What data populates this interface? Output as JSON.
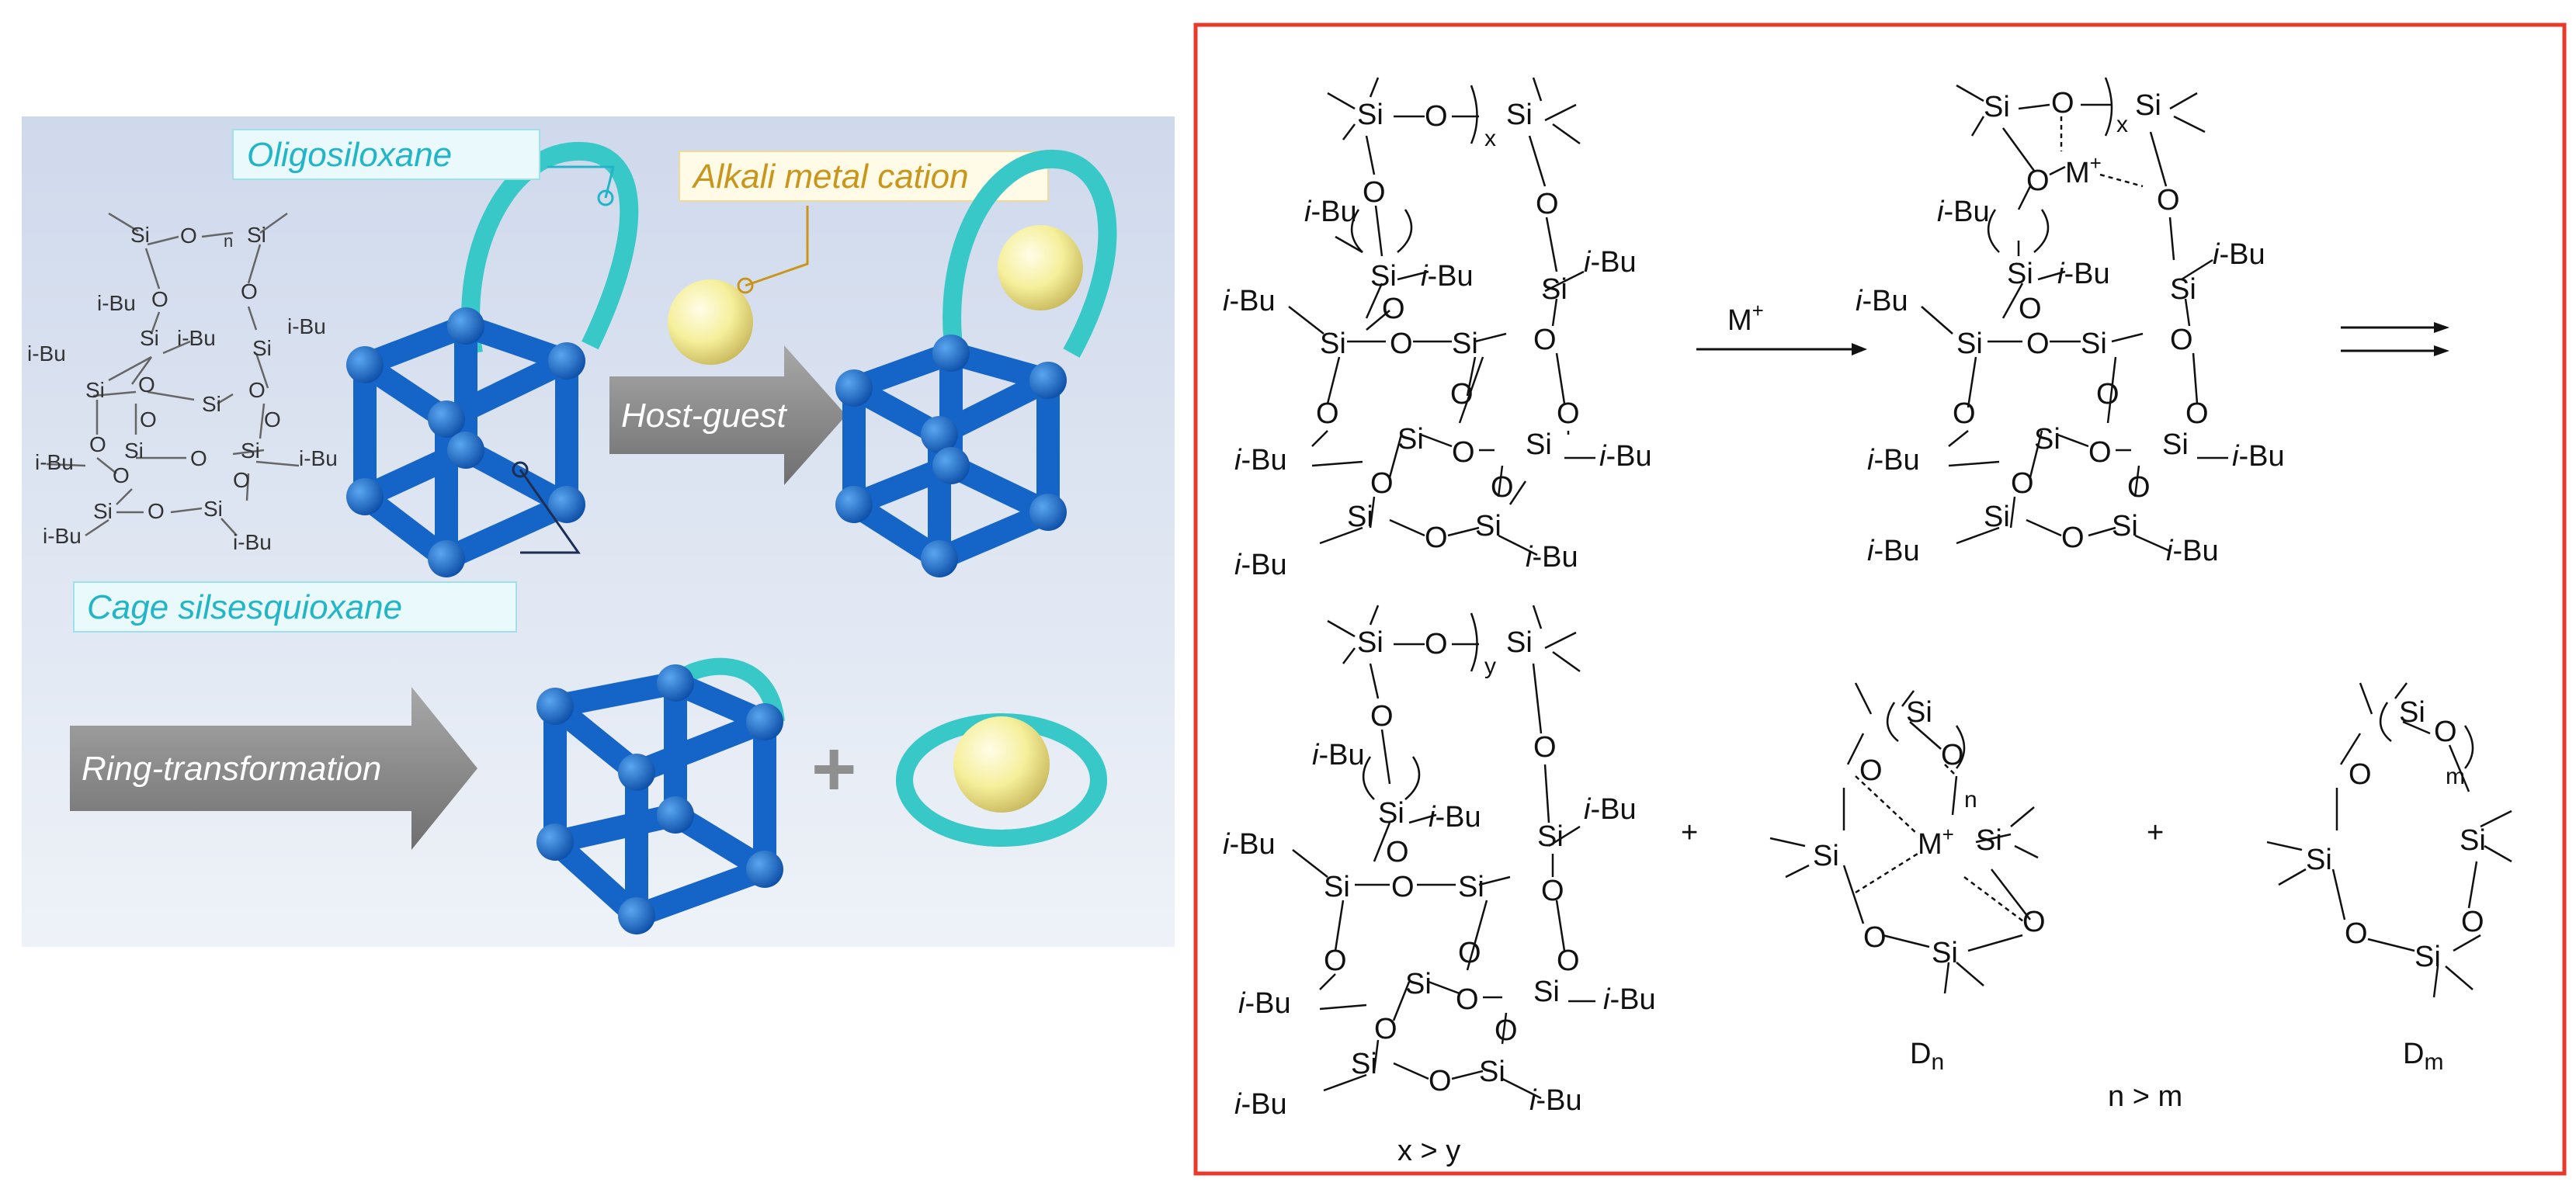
{
  "left_panel": {
    "labels": {
      "oligosiloxane": "Oligosiloxane",
      "alkali_metal_cation": "Alkali metal cation",
      "cage_silsesquioxane": "Cage silsesquioxane",
      "host_guest": "Host-guest",
      "ring_transformation": "Ring-transformation",
      "plus": "+"
    },
    "colors": {
      "background_top": "#cfd9ec",
      "background_bottom": "#eef2f8",
      "cage_blue": "#1565c8",
      "ring_cyan": "#38c8c8",
      "sphere_yellow": "#f5ef9a",
      "callout_cyan": "#22b5c8",
      "callout_gold": "#c9961c",
      "arrow_gray": "#8f8f8f"
    },
    "mini_structure": {
      "si": "Si",
      "o": "O",
      "ibu": "i-Bu",
      "sub_n": "n"
    }
  },
  "right_panel": {
    "frame_color": "#e8392b",
    "reagent": "M",
    "reagent_sup": "+",
    "plus": "+",
    "atoms": {
      "si": "Si",
      "o": "O",
      "i_prefix": "i",
      "bu": "-Bu",
      "metal": "M",
      "metal_sup": "+"
    },
    "subscripts": {
      "x": "x",
      "y": "y",
      "n": "n",
      "m": "m"
    },
    "captions": {
      "x_gt_y": "x > y",
      "n_gt_m": "n > m",
      "dn_base": "D",
      "dn_sub": "n",
      "dm_base": "D",
      "dm_sub": "m"
    }
  }
}
